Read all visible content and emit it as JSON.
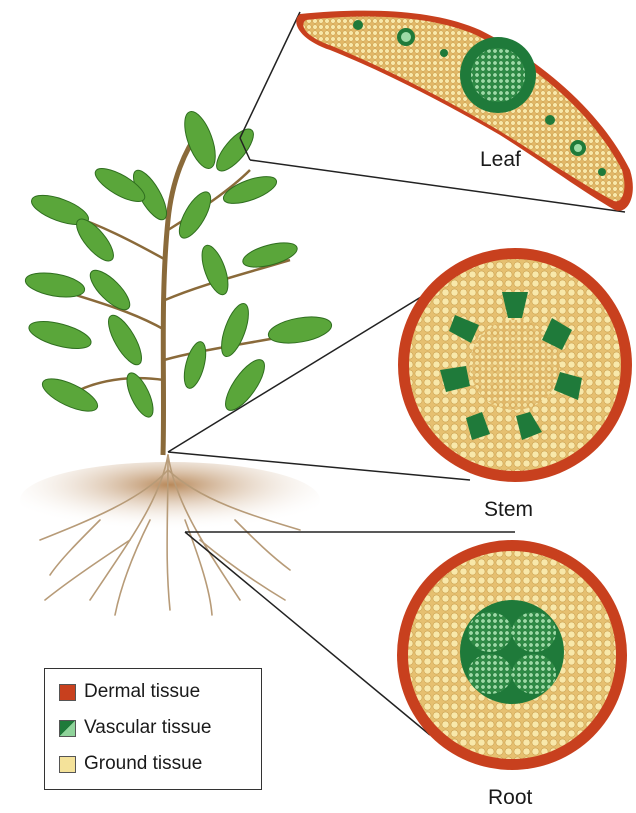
{
  "labels": {
    "leaf": "Leaf",
    "stem": "Stem",
    "root": "Root"
  },
  "legend": [
    {
      "text": "Dermal tissue",
      "color": "#c8401e"
    },
    {
      "text": "Vascular tissue",
      "color": "#1f7a3a"
    },
    {
      "text": "Ground tissue",
      "color": "#f4e29a"
    }
  ],
  "colors": {
    "dermal": "#c8401e",
    "vascular_dark": "#1f7a3a",
    "vascular_light": "#8fd39a",
    "ground": "#e9c97a",
    "ground_cell": "#f7e7a6",
    "leaf_green": "#5aa63a",
    "soil": "#c9a27a"
  }
}
